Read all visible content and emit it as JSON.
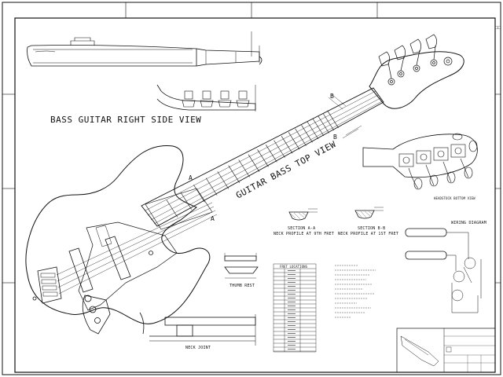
{
  "drawing": {
    "right_side_view_title": "BASS GUITAR RIGHT SIDE VIEW",
    "top_view_title": "GUITAR BASS TOP VIEW",
    "section_a_title": "SECTION A-A",
    "section_a_caption": "NECK PROFILE AT 9TH FRET",
    "section_b_title": "SECTION B-B",
    "section_b_caption": "NECK PROFILE AT 1ST FRET",
    "headstock_view_title": "HEADSTOCK BOTTOM VIEW",
    "wiring_title": "WIRING DIAGRAM",
    "thumb_rest_title": "THUMB REST",
    "neck_joint_title": "NECK JOINT",
    "section_marker_a": "A",
    "section_marker_b": "B",
    "fret_table_title": "FRET LOCATIONS"
  },
  "colors": {
    "line": "#111111",
    "paper": "#ffffff"
  }
}
